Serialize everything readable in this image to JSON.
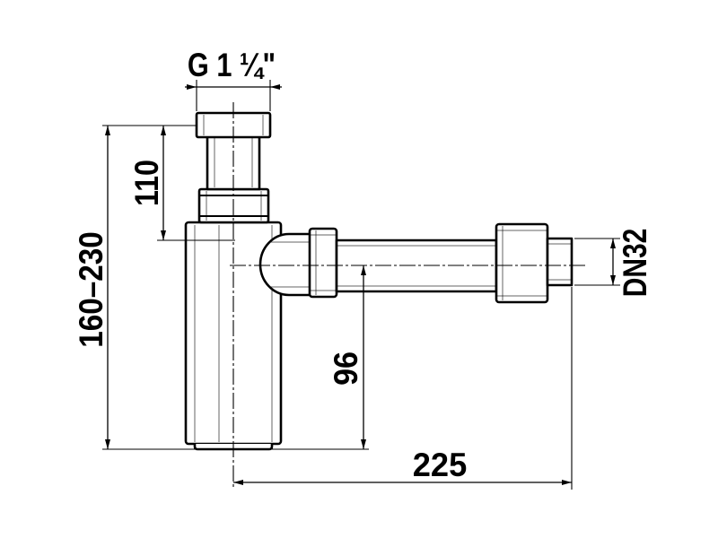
{
  "colors": {
    "line": "#000000",
    "background": "#ffffff"
  },
  "dimensions": {
    "inlet_thread": "G 1 ¼\"",
    "inlet_to_outlet_height": "110",
    "overall_height": "160–230",
    "outlet_axis_height": "96",
    "outlet_length": "225",
    "outlet_diameter": "DN32"
  }
}
